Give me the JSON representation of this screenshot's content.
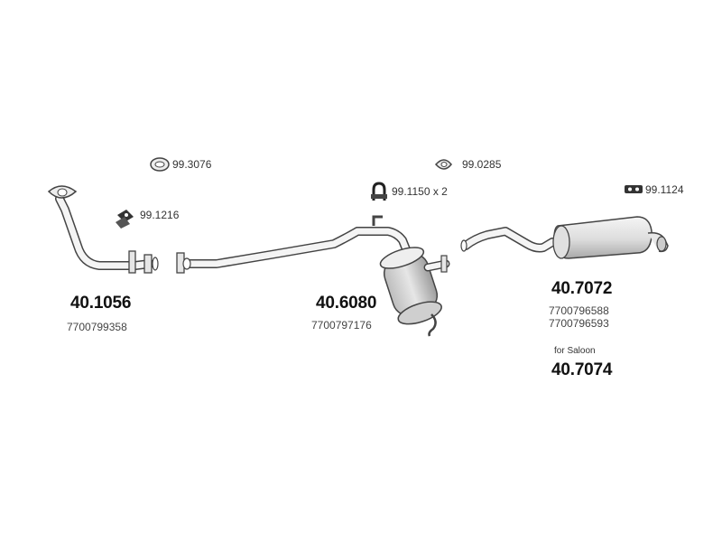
{
  "accessories": {
    "ring_99_3076": "99.3076",
    "gasket_99_0285": "99.0285",
    "clamp_99_1150": "99.1150 x 2",
    "bracket_99_1124": "99.1124",
    "bolt_kit_99_1216": "99.1216"
  },
  "parts": {
    "front_pipe": {
      "number": "40.1056",
      "oem": [
        "7700799358"
      ]
    },
    "middle_silencer": {
      "number": "40.6080",
      "oem": [
        "7700797176"
      ]
    },
    "rear_silencer": {
      "number": "40.7072",
      "oem": [
        "7700796588",
        "7700796593"
      ]
    },
    "rear_silencer_saloon": {
      "note": "for Saloon",
      "number": "40.7074"
    }
  },
  "colors": {
    "line": "#444444",
    "fill_light": "#f2f2f2",
    "fill_mid": "#d9d9d9",
    "fill_dark": "#b8b8b8"
  }
}
